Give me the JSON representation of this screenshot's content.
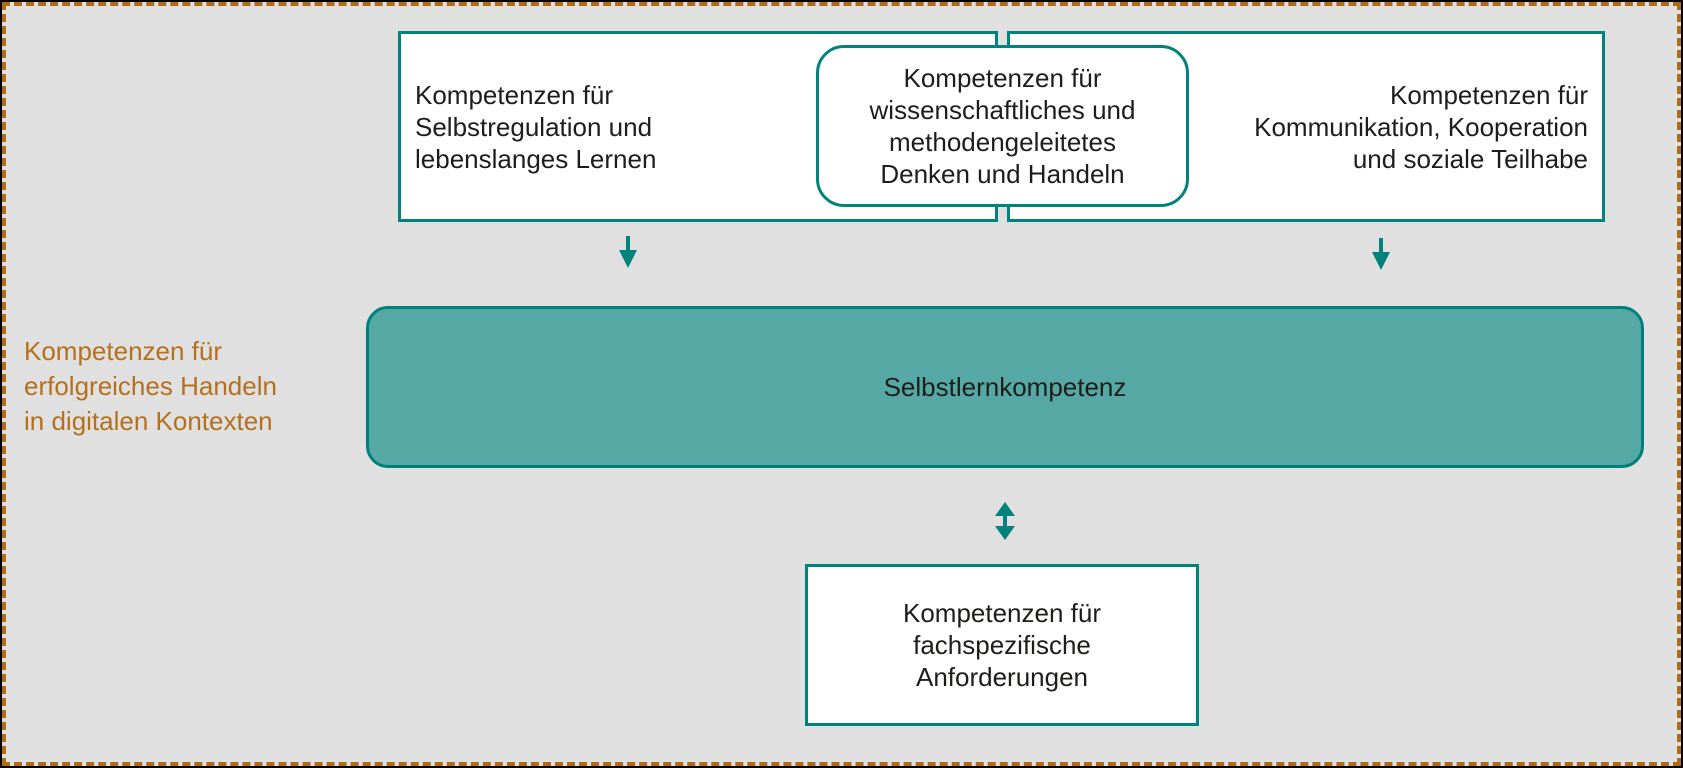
{
  "colors": {
    "background": "#e0e0e0",
    "frame_dash": "#b06c15",
    "frame_outline": "#000000",
    "teal_border": "#00827d",
    "core_fill": "#55a8a4",
    "box_fill": "#ffffff",
    "text": "#1d1d1b",
    "side_label_text": "#b5701d"
  },
  "side_label": {
    "lines": [
      "Kompetenzen für",
      "erfolgreiches Handeln",
      "in digitalen Kontexten"
    ]
  },
  "boxes": {
    "top_left": {
      "lines": [
        "Kompetenzen für",
        "Selbstregulation und",
        "lebenslanges Lernen"
      ]
    },
    "top_center": {
      "lines": [
        "Kompetenzen für",
        "wissenschaftliches und",
        "methodengeleitetes",
        "Denken und Handeln"
      ]
    },
    "top_right": {
      "lines": [
        "Kompetenzen für",
        "Kommunikation, Kooperation",
        "und soziale Teilhabe"
      ]
    },
    "core": {
      "label": "Selbstlernkompetenz"
    },
    "bottom": {
      "lines": [
        "Kompetenzen für",
        "fachspezifische",
        "Anforderungen"
      ]
    }
  }
}
